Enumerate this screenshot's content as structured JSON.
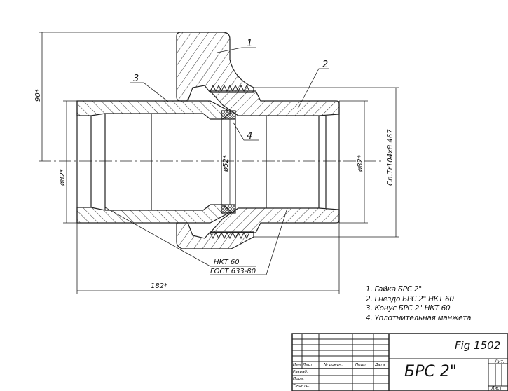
{
  "drawing": {
    "title": "БРС 2\"",
    "figure": "Fig 1502",
    "callouts": [
      {
        "number": "1",
        "part": "Гайка БРС 2\""
      },
      {
        "number": "2",
        "part": "Гнездо БРС 2\" НКТ 60"
      },
      {
        "number": "3",
        "part": "Конус БРС 2\" НКТ 60"
      },
      {
        "number": "4",
        "part": "Уплотнительная манжета"
      }
    ],
    "dimensions": {
      "height_90": "90*",
      "left_diameter": "ø82*",
      "seal_diameter": "ø52*",
      "right_diameter": "ø82*",
      "thread": "Сп.Тr104x8.467",
      "length": "182*"
    },
    "thread_note": {
      "line1": "НКТ 60",
      "line2": "ГОСТ 633-80"
    }
  },
  "parts_list": [
    "1. Гайка БРС 2\"",
    "2. Гнездо БРС 2\" НКТ 60",
    "3. Конус БРС 2\" НКТ 60",
    "4. Уплотнительная манжета"
  ],
  "title_block": {
    "figure": "Fig 1502",
    "name": "БРС 2\"",
    "columns": [
      "Изм",
      "Лист",
      "№ докум.",
      "Подп.",
      "Дата"
    ],
    "rows": [
      "Разраб.",
      "Пров.",
      "Т.контр."
    ],
    "lit_label": "Лит.",
    "sheet_label": "Лист"
  }
}
